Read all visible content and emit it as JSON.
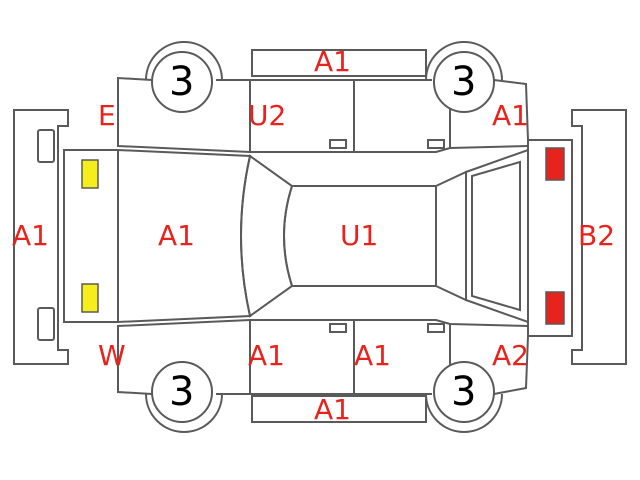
{
  "colors": {
    "outline": "#5a5a5a",
    "label": "#e8231d",
    "front_lamp": "#f5ee1c",
    "rear_lamp": "#e8231d"
  },
  "wheels": {
    "front_top": "3",
    "rear_top": "3",
    "front_bottom": "3",
    "rear_bottom": "3"
  },
  "labels": {
    "roof_strip_top": "A1",
    "front_bumper": "A1",
    "front_fender_top": "E",
    "front_door_top": "U2",
    "rear_quarter_top": "A1",
    "hood": "A1",
    "roof": "U1",
    "rear_bumper": "B2",
    "front_fender_bottom": "W",
    "front_door_bottom": "A1",
    "rear_door_bottom": "A1",
    "rear_quarter_bottom": "A2",
    "roof_strip_bottom": "A1"
  }
}
